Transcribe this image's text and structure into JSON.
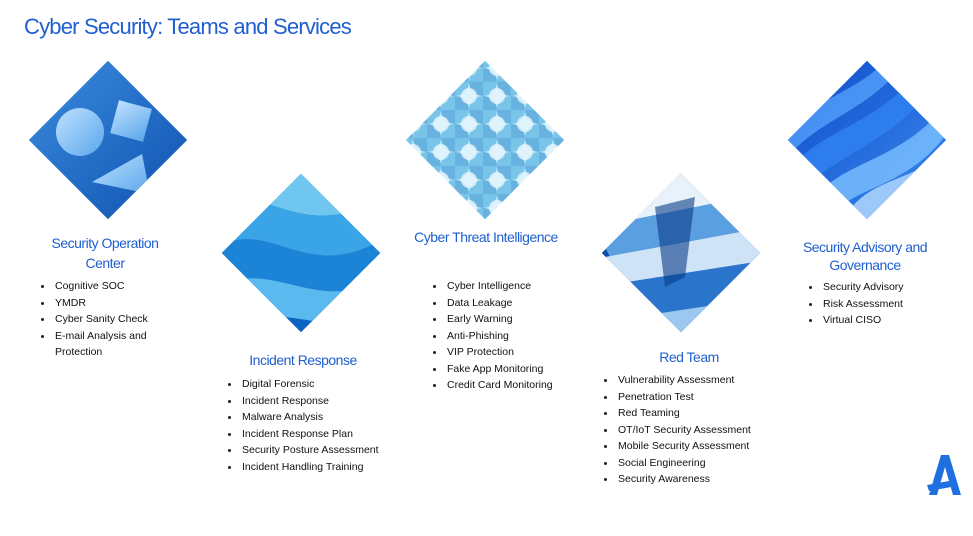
{
  "page": {
    "title": "Cyber Security: Teams and Services"
  },
  "colors": {
    "accent": "#1f5fd0"
  },
  "teams": [
    {
      "name": "Security Operation Center",
      "name_lines": [
        "Security Operation",
        "Center"
      ],
      "services": [
        "Cognitive SOC",
        "YMDR",
        "Cyber Sanity Check",
        "E-mail Analysis and Protection"
      ],
      "services_display": [
        "Cognitive SOC",
        "YMDR",
        "Cyber Sanity Check",
        "E-mail Analysis and",
        "Protection"
      ]
    },
    {
      "name": "Incident Response",
      "services": [
        "Digital Forensic",
        "Incident Response",
        "Malware Analysis",
        "Incident Response Plan",
        "Security Posture Assessment",
        "Incident Handling Training"
      ]
    },
    {
      "name": "Cyber Threat Intelligence",
      "services": [
        "Cyber Intelligence",
        "Data Leakage",
        "Early Warning",
        "Anti-Phishing",
        "VIP Protection",
        "Fake App Monitoring",
        "Credit Card Monitoring"
      ]
    },
    {
      "name": "Red Team",
      "services": [
        "Vulnerability Assessment",
        "Penetration Test",
        "Red Teaming",
        "OT/IoT Security Assessment",
        "Mobile Security Assessment",
        "Social Engineering",
        "Security Awareness"
      ]
    },
    {
      "name": "Security Advisory and Governance",
      "name_lines": [
        "Security Advisory and",
        "Governance"
      ],
      "services": [
        "Security Advisory",
        "Risk Assessment",
        "Virtual CISO"
      ]
    }
  ],
  "icons": {
    "diamond_images": [
      "geometric-shapes-image",
      "wave-layers-image",
      "circle-pattern-image",
      "shard-layers-image",
      "swirl-waves-image"
    ],
    "logo": "company-logo-icon"
  }
}
